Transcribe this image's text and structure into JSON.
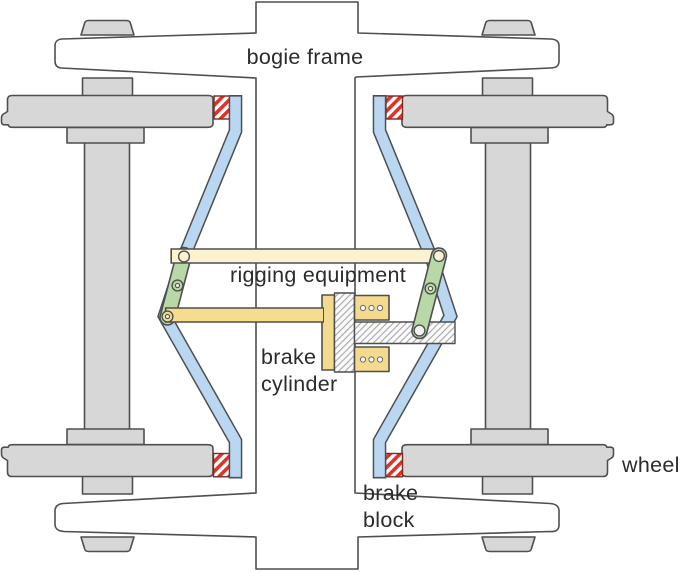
{
  "diagram": {
    "title": "bogie brake system diagram",
    "labels": {
      "bogie_frame": "bogie frame",
      "rigging_equipment": "rigging equipment",
      "brake_cylinder_line1": "brake",
      "brake_cylinder_line2": "cylinder",
      "brake_block_line1": "brake",
      "brake_block_line2": "block",
      "wheel": "wheel"
    },
    "colors": {
      "outline": "#4f4f4f",
      "frame_white": "#ffffff",
      "metal_gray": "#d7d7d7",
      "lever_blue": "#bad7f2",
      "link_green": "#b8d8a8",
      "bar_cream": "#fbf2d2",
      "bar_yellow": "#f6dc8e",
      "cylinder_yellow": "#f3da8e",
      "brake_red": "#e03228",
      "brake_red_dark": "#7c2a20",
      "hatch_gray": "#a8a8a8",
      "text": "#2b2b2b"
    }
  }
}
